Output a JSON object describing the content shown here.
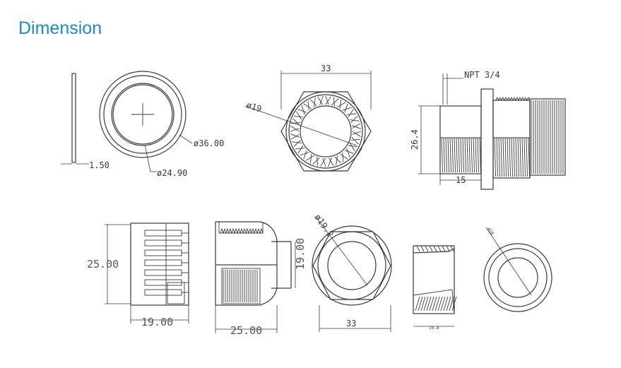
{
  "heading": "Dimension",
  "dims": {
    "washer_thickness": "1.50",
    "washer_od": "ø36.00",
    "washer_id": "ø24.90",
    "nut_width": "33",
    "nut_bore": "ø19",
    "thread_spec": "NPT 3/4",
    "body_height": "26.4",
    "thread_length": "15",
    "seal_dia": "25.00",
    "seal_length": "19.00",
    "cap_height": "19.00",
    "cap_width": "25.00",
    "cap_top_dia": "ø19.2",
    "cap_top_width": "33",
    "insert_dia": "ø18",
    "insert_len": "19.8"
  },
  "colors": {
    "heading": "#1a8bc4",
    "line": "#3a3a3a"
  }
}
